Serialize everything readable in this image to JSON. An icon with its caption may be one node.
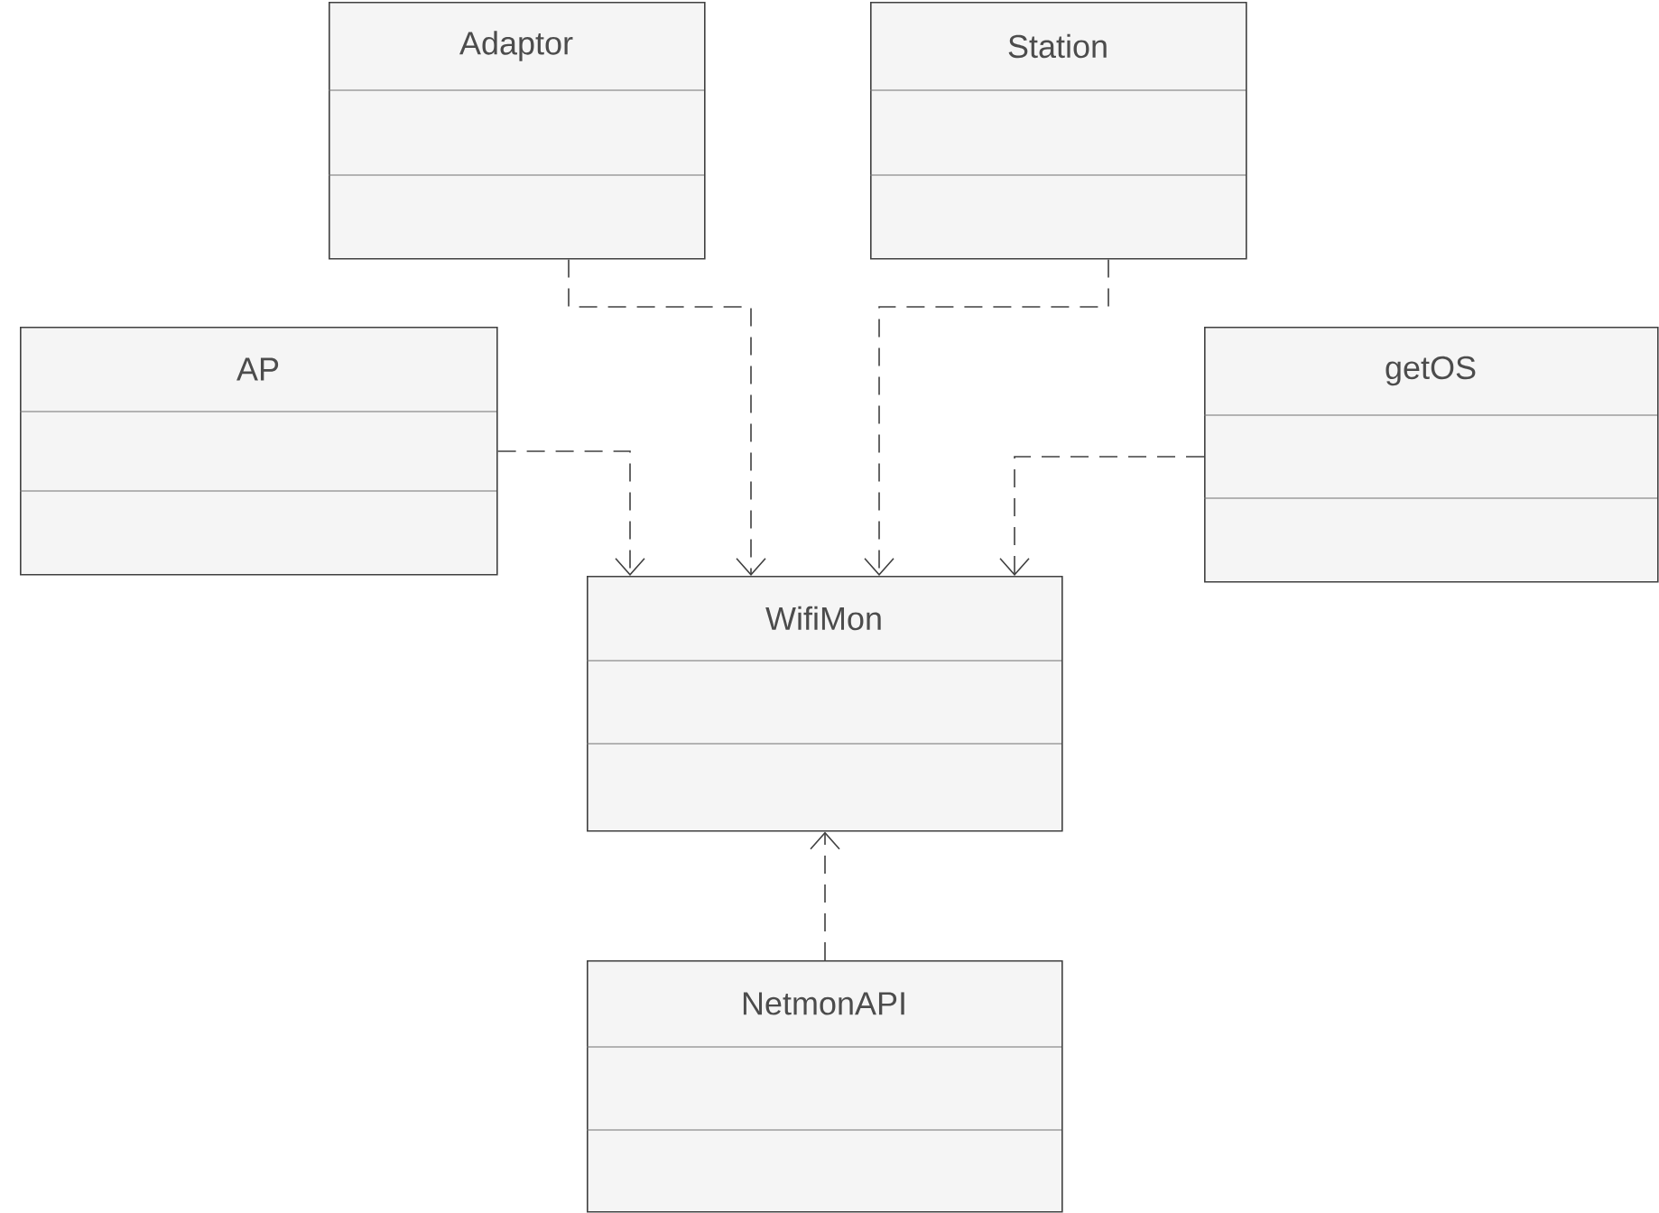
{
  "diagram": {
    "nodes": [
      {
        "text": [
          "Adaptor"
        ]
      },
      {
        "text": [
          "Station"
        ]
      },
      {
        "text": [
          "AP"
        ]
      },
      {
        "text": [
          "getOS"
        ]
      },
      {
        "text": [
          "WifiMon"
        ]
      },
      {
        "text": [
          "NetmonAPI"
        ]
      }
    ],
    "edges": [
      {
        "from": 0,
        "to": 4,
        "arrow": "to",
        "style": "dashed"
      },
      {
        "from": 1,
        "to": 4,
        "arrow": "to",
        "style": "dashed"
      },
      {
        "from": 2,
        "to": 4,
        "arrow": "to",
        "style": "dashed"
      },
      {
        "from": 3,
        "to": 4,
        "arrow": "to",
        "style": "dashed"
      },
      {
        "from": 5,
        "to": 4,
        "arrow": "to",
        "style": "dashed"
      }
    ]
  }
}
